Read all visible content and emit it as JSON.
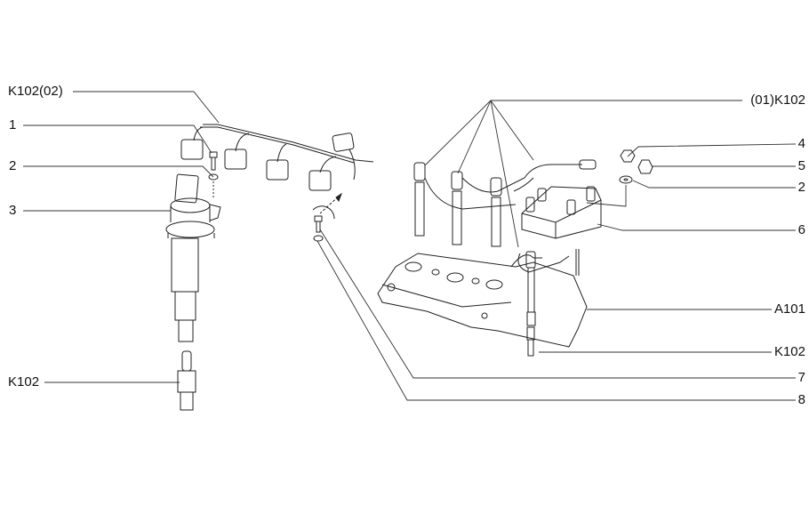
{
  "left_labels": {
    "harness": "K102(02)",
    "bolt": "1",
    "washer": "2",
    "coil": "3",
    "spark_plug": "K102"
  },
  "right_labels": {
    "ht_leads": "(01)K102",
    "nut": "4",
    "cap_nut": "5",
    "washer": "2",
    "coil_pack": "6",
    "cylinder_head": "A101",
    "spark_plug": "K102",
    "bolt": "7",
    "washer_small": "8"
  }
}
